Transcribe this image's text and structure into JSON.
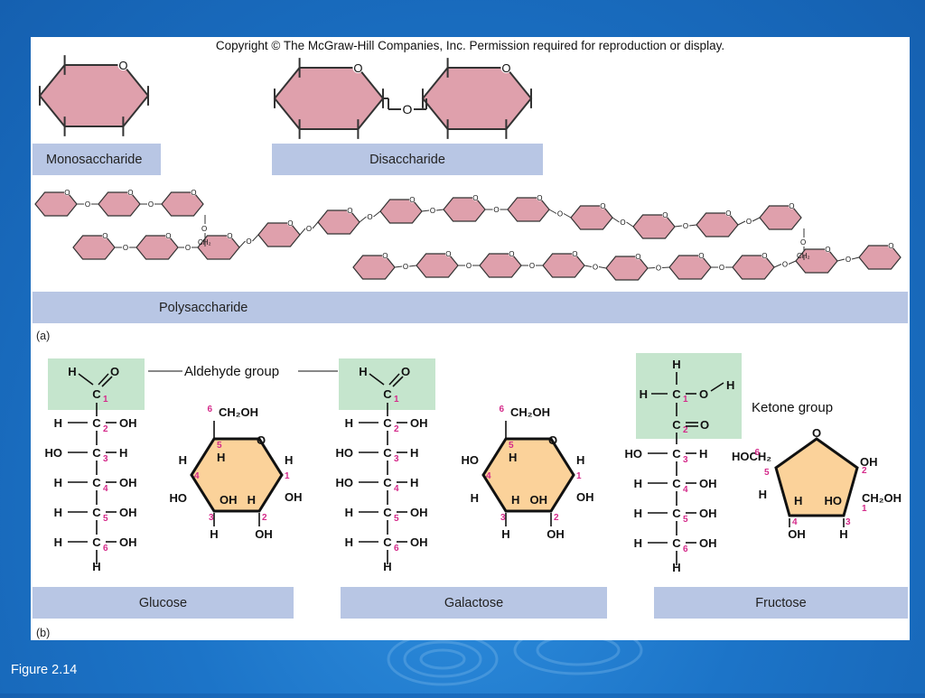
{
  "copyright": "Copyright © The McGraw-Hill Companies, Inc. Permission required for reproduction or display.",
  "part_a": {
    "label": "(a)",
    "monosaccharide": "Monosaccharide",
    "disaccharide": "Disaccharide",
    "polysaccharide": "Polysaccharide",
    "ring_atom": "O",
    "link_atom": "O",
    "branch_group": "CH₂"
  },
  "part_b": {
    "label": "(b)",
    "aldehyde_group": "Aldehyde group",
    "ketone_group": "Ketone group",
    "glucose": "Glucose",
    "galactose": "Galactose",
    "fructose": "Fructose"
  },
  "figure_caption": "Figure 2.14",
  "colors": {
    "background": "#1c74c8",
    "ring_pink": "#dfa0ac",
    "ring_orange": "#fbd29a",
    "group_green": "#c5e5cd",
    "label_blue": "#b8c6e4",
    "carbon_number": "#d42a8a"
  }
}
